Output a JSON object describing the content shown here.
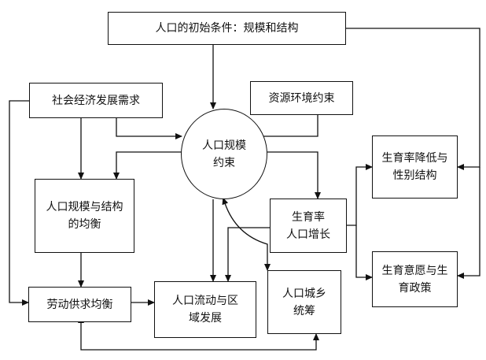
{
  "nodes": {
    "initial_conditions": "人口的初始条件：规模和结构",
    "socioeconomic_demand": "社会经济发展需求",
    "resource_constraint": "资源环境约束",
    "scale_constraint": "人口规模\n约束",
    "fertility_sex_structure": "生育率降低与\n性别结构",
    "scale_structure_balance": "人口规模与结构\n的均衡",
    "fertility_growth": "生育率\n人口增长",
    "fertility_policy": "生育意愿与生\n育政策",
    "labor_balance": "劳动供求均衡",
    "migration_regional": "人口流动与区\n域发展",
    "urban_rural": "人口城乡\n统筹"
  },
  "colors": {
    "line": "#111111",
    "fill": "#ffffff"
  }
}
